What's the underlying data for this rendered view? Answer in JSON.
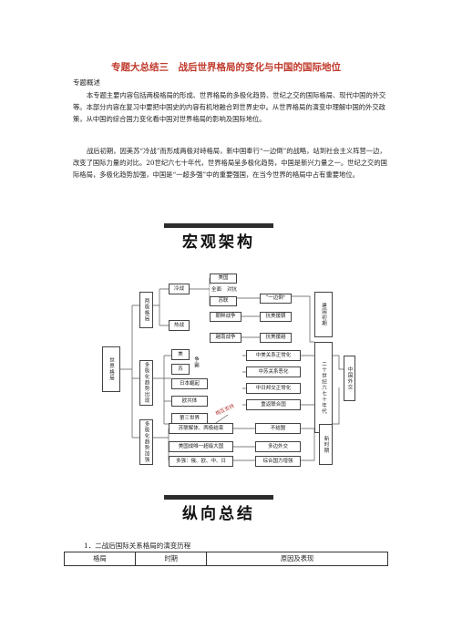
{
  "title": "专题大总结三　战后世界格局的变化与中国的国际地位",
  "overview_label": "专题概述",
  "paragraphs": [
    "本专题主要内容包括两极格局的形成、世界格局的多极化趋势、世纪之交的国际格局、现代中国的外交等。本部分内容在复习中要把中国史的内容有机地融合到世界史中。从世界格局的演变中理解中国的外交政策，从中国的综合国力变化看中国对世界格局的影响及国际地位。",
    "战后初期，因美苏“冷战”而形成两极对峙格局，新中国奉行“一边倒”的战略，站到社会主义阵营一边，改变了国际力量的对比。20世纪六七十年代，世界格局呈多极化趋势，中国是新兴力量之一。世纪之交的国际格局，多极化趋势加强，中国是“一超多强”中的重要强国，在当今世界的格局中占有重要地位。"
  ],
  "banner1": "宏观架构",
  "banner2": "纵向总结",
  "diagram": {
    "world": "世界格局",
    "bipolar": "两极格局",
    "multipolar_emerge": "多极化趋势出现",
    "multipolar_strengthen": "多极化趋势加强",
    "cold_war": "冷战",
    "hot_war": "热战",
    "us_soviet": "美国",
    "allround": "全面",
    "confront": "对抗",
    "soviet": "苏联",
    "yibiandao": "“一边倒”",
    "korean_war": "朝鲜战争",
    "vietnam_war": "越南战争",
    "resist_us_korea": "抗美援朝",
    "resist_us_viet": "抗美援越",
    "early_prc": "建国初期",
    "us_su_compete_a": "美",
    "us_su_compete_b": "苏",
    "contend": "争霸",
    "japan_rise": "日本崛起",
    "eu": "欧共体",
    "third_world": "第三世界",
    "sino_us": "中美关系正常化",
    "sino_su": "中苏关系恶化",
    "sino_jp": "中日邦交正常化",
    "un_seat": "重返联合国",
    "mutual": "相互支持",
    "decades": "二十世纪六七十年代",
    "china_diplomacy": "中国外交",
    "dissolve": "苏联解体、两极结束",
    "us_superpower": "美国成唯一超级大国",
    "multi_powers": "多强：俄、欧、中、日",
    "nonalign": "不结盟",
    "multilateral": "多边外交",
    "national_power": "综合国力增强",
    "new_period": "新时期"
  },
  "section1": "1．二战后国际关系格局的演变历程",
  "table_headers": [
    "格局",
    "时期",
    "原因及表现"
  ]
}
